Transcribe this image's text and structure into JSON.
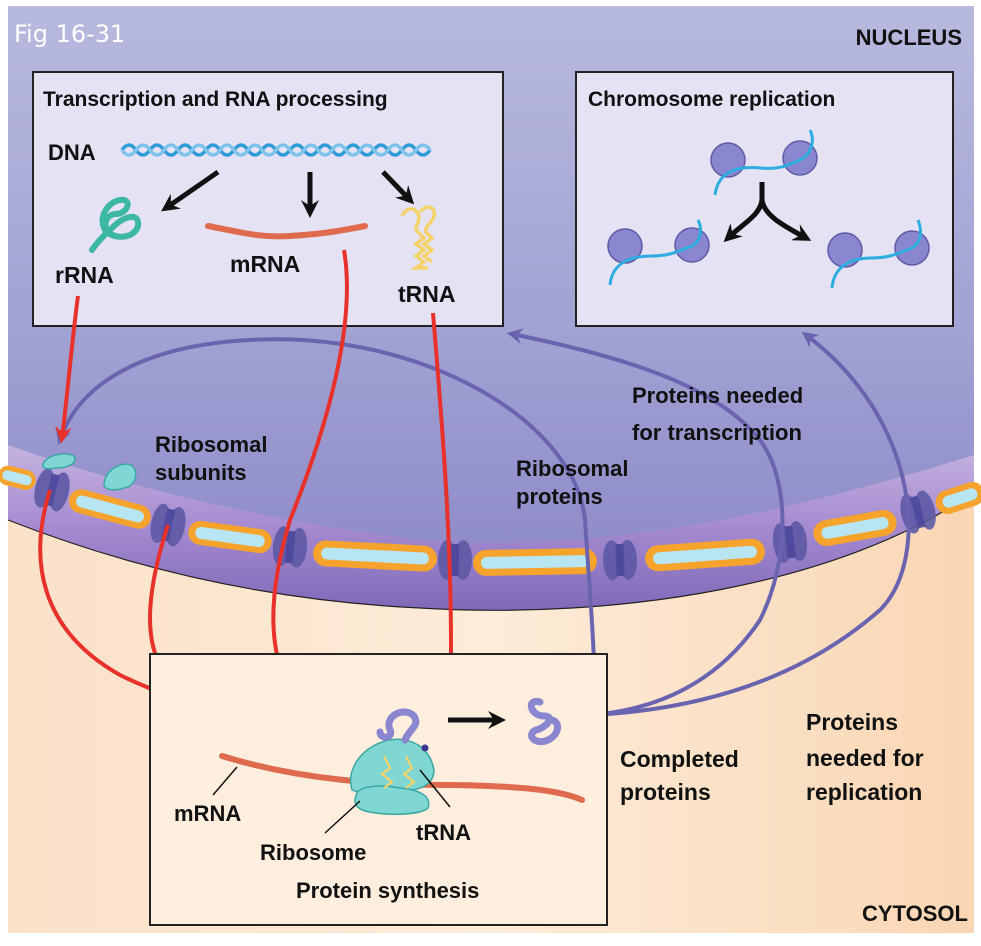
{
  "figure": {
    "fig_label": "Fig 16-31",
    "regions": {
      "nucleus": "NUCLEUS",
      "cytosol": "CYTOSOL"
    },
    "boxes": {
      "transcription": {
        "title": "Transcription and RNA processing",
        "dna_label": "DNA",
        "rrna_label": "rRNA",
        "mrna_label": "mRNA",
        "trna_label": "tRNA"
      },
      "replication": {
        "title": "Chromosome replication"
      },
      "protein_synthesis": {
        "title": "Protein synthesis",
        "mrna_label": "mRNA",
        "ribosome_label": "Ribosome",
        "trna_label": "tRNA"
      }
    },
    "labels": {
      "ribosomal_subunits": [
        "Ribosomal",
        "subunits"
      ],
      "ribosomal_proteins": [
        "Ribosomal",
        "proteins"
      ],
      "proteins_transcription": [
        "Proteins needed",
        "for transcription"
      ],
      "completed_proteins": [
        "Completed",
        "proteins"
      ],
      "proteins_replication": [
        "Proteins",
        "needed for",
        "replication"
      ]
    },
    "colors": {
      "nucleus_bg": "#a3a3d4",
      "box_bg": "#e4e2f3",
      "cytosol_bg": "#fbe3c9",
      "envelope": "#9a82c4",
      "pore": "#5e5aa6",
      "rna_arrow": "#e8312a",
      "protein_arrow": "#6a64b0",
      "mrna": "#e06a4e",
      "rrna": "#3bb7a3",
      "trna": "#f5d36a",
      "dna": "#2e9bd8",
      "protein": "#8a86d0",
      "ribosome": "#7fd6d3",
      "cistern_outer": "#f5a32c",
      "cistern_inner": "#b7e6f2"
    }
  }
}
